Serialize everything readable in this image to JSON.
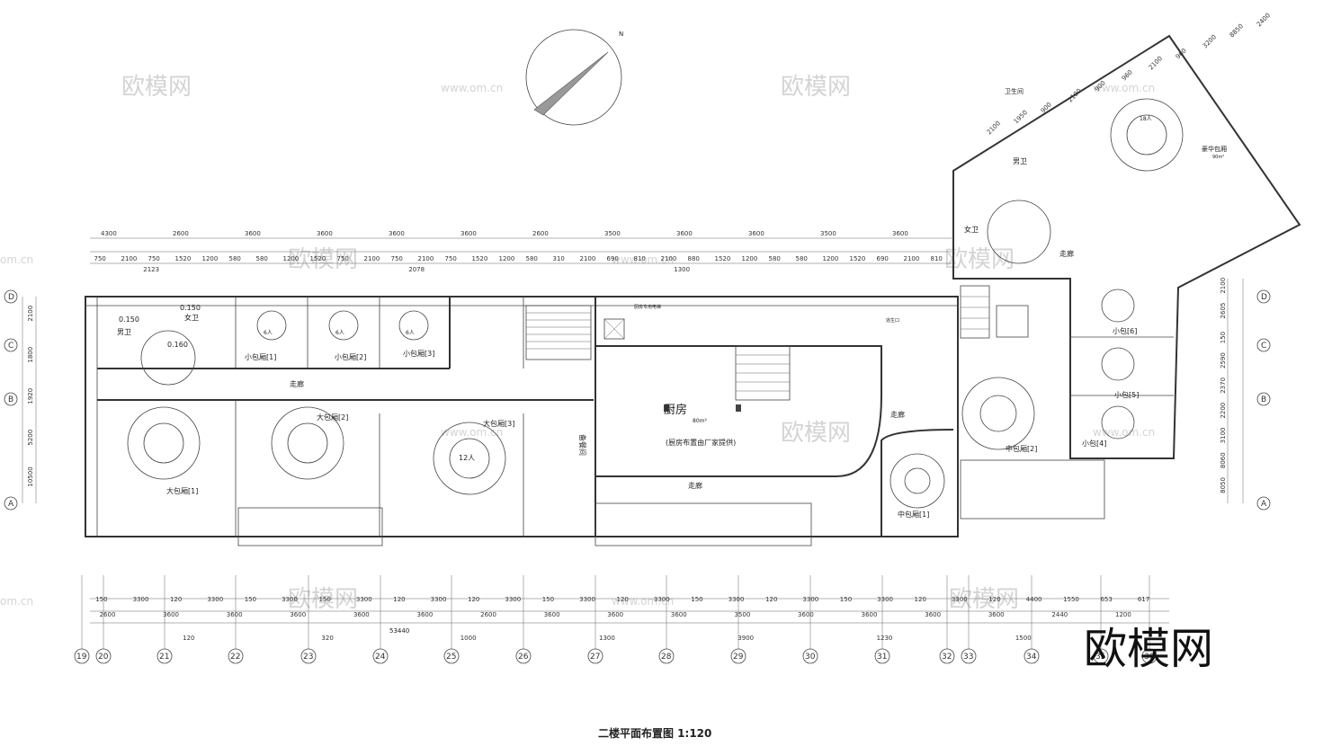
{
  "title": "二楼平面布置图  1:120",
  "north_label": "N",
  "brand_text": "欧模网",
  "watermark_text": "欧模网",
  "watermark_url": "www.om.cn",
  "watermark_url_short": "om.cn",
  "rooms": {
    "kitchen": "厨房",
    "kitchen_area": "80m²",
    "kitchen_note": "(厨房布置由厂家提供)",
    "small1": "小包厢[1]",
    "small2": "小包厢[2]",
    "small3": "小包厢[3]",
    "large1": "大包厢[1]",
    "large2": "大包厢[2]",
    "large3": "大包厢[3]",
    "mid1": "中包厢[1]",
    "mid2": "中包厢[2]",
    "s4": "小包[4]",
    "s5": "小包[5]",
    "s6": "小包[6]",
    "luxury": "豪华包厢",
    "luxury_area": "90m²",
    "corridor": "走廊",
    "service": "备餐间",
    "male_wc": "男卫",
    "female_wc": "女卫",
    "wc": "卫生间",
    "small_table": "6人",
    "table12": "12人",
    "table18": "18人",
    "elevator_note": "厨房专用电梯",
    "exit_note": "逃生口",
    "level_a": "0.150",
    "level_b": "0.160"
  },
  "grid_rows": [
    "D",
    "C",
    "B",
    "A"
  ],
  "grid_cols": [
    "19",
    "20",
    "21",
    "22",
    "23",
    "24",
    "25",
    "26",
    "27",
    "28",
    "29",
    "30",
    "31",
    "32",
    "33",
    "34",
    "35",
    "36"
  ],
  "dims_top_a": [
    "4300",
    "2600",
    "3600",
    "3600",
    "3600",
    "3600",
    "2600",
    "3500",
    "3600",
    "3600",
    "3500",
    "3600"
  ],
  "dims_top_b": [
    "750",
    "2100",
    "750",
    "1520",
    "1200",
    "580",
    "580",
    "1200",
    "1520",
    "750",
    "2100",
    "750",
    "2100",
    "750",
    "1520",
    "1200",
    "580",
    "310",
    "2100",
    "690",
    "810",
    "2100",
    "880",
    "1520",
    "1200",
    "580",
    "580",
    "1200",
    "1520",
    "690",
    "2100",
    "810"
  ],
  "dims_top_c": [
    "2123",
    "2078",
    "1300"
  ],
  "dims_bottom_a": [
    "150",
    "3300",
    "120",
    "3300",
    "150",
    "3300",
    "150",
    "3300",
    "120",
    "3300",
    "120",
    "3300",
    "150",
    "3300",
    "120",
    "3300",
    "150",
    "3300",
    "120",
    "3300",
    "150",
    "3300",
    "120",
    "3300",
    "120",
    "4400",
    "1550",
    "653",
    "617"
  ],
  "dims_bottom_b": [
    "2600",
    "3600",
    "3600",
    "3600",
    "3600",
    "3600",
    "2600",
    "3600",
    "3600",
    "3600",
    "3500",
    "3600",
    "3600",
    "3600",
    "3600",
    "2440",
    "1200"
  ],
  "dims_total": "53440",
  "dims_misc": [
    "120",
    "320",
    "1000",
    "1300",
    "3900",
    "1230",
    "1500"
  ],
  "dims_left": [
    "2100",
    "1800",
    "1920",
    "5200",
    "10500"
  ],
  "dims_right": [
    "2100",
    "2605",
    "150",
    "2590",
    "2370",
    "2200",
    "3100",
    "8060",
    "8050"
  ],
  "dims_luxury": [
    "2100",
    "1950",
    "900",
    "2100",
    "900",
    "960",
    "2100",
    "960",
    "3200",
    "8850",
    "2400"
  ]
}
